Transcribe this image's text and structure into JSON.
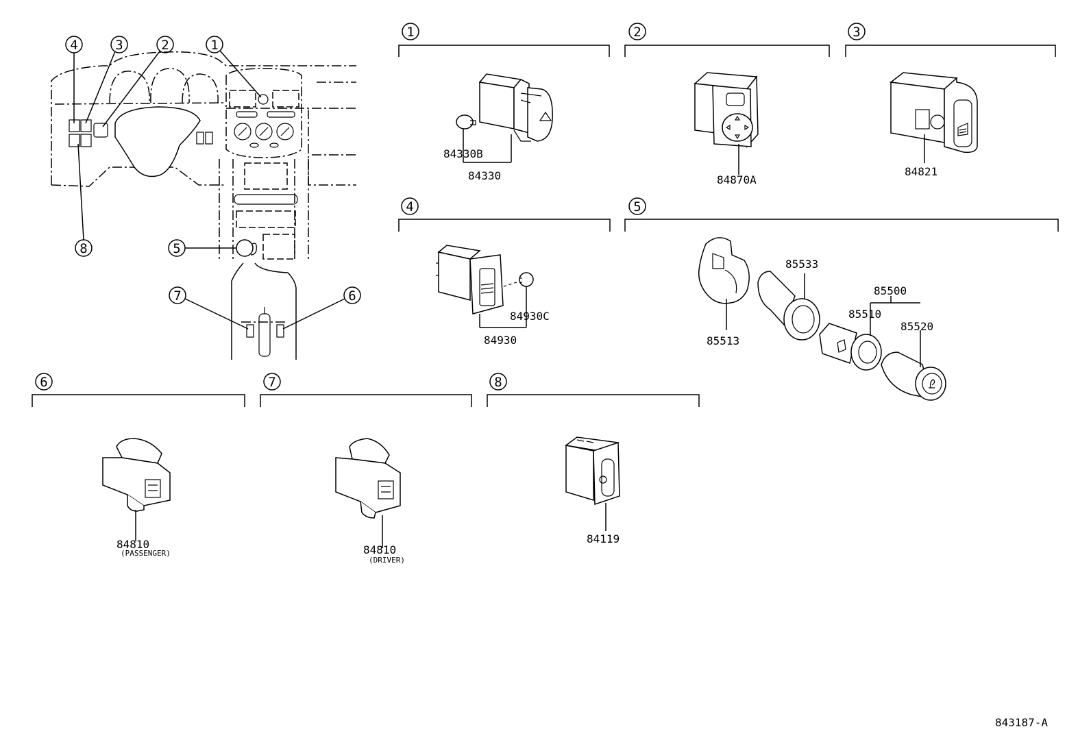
{
  "callouts": [
    "1",
    "2",
    "3",
    "4",
    "5",
    "6",
    "7",
    "8"
  ],
  "parts": {
    "p84330B": "84330B",
    "p84330": "84330",
    "p84870A": "84870A",
    "p84821": "84821",
    "p84930C": "84930C",
    "p84930": "84930",
    "p85533": "85533",
    "p85500": "85500",
    "p85510": "85510",
    "p85520": "85520",
    "p85513": "85513",
    "p84810a": "84810",
    "p84810b": "84810",
    "p84119": "84119"
  },
  "notes": {
    "passenger": "(PASSENGER)",
    "driver": "(DRIVER)"
  },
  "diagram_id": "843187-A"
}
